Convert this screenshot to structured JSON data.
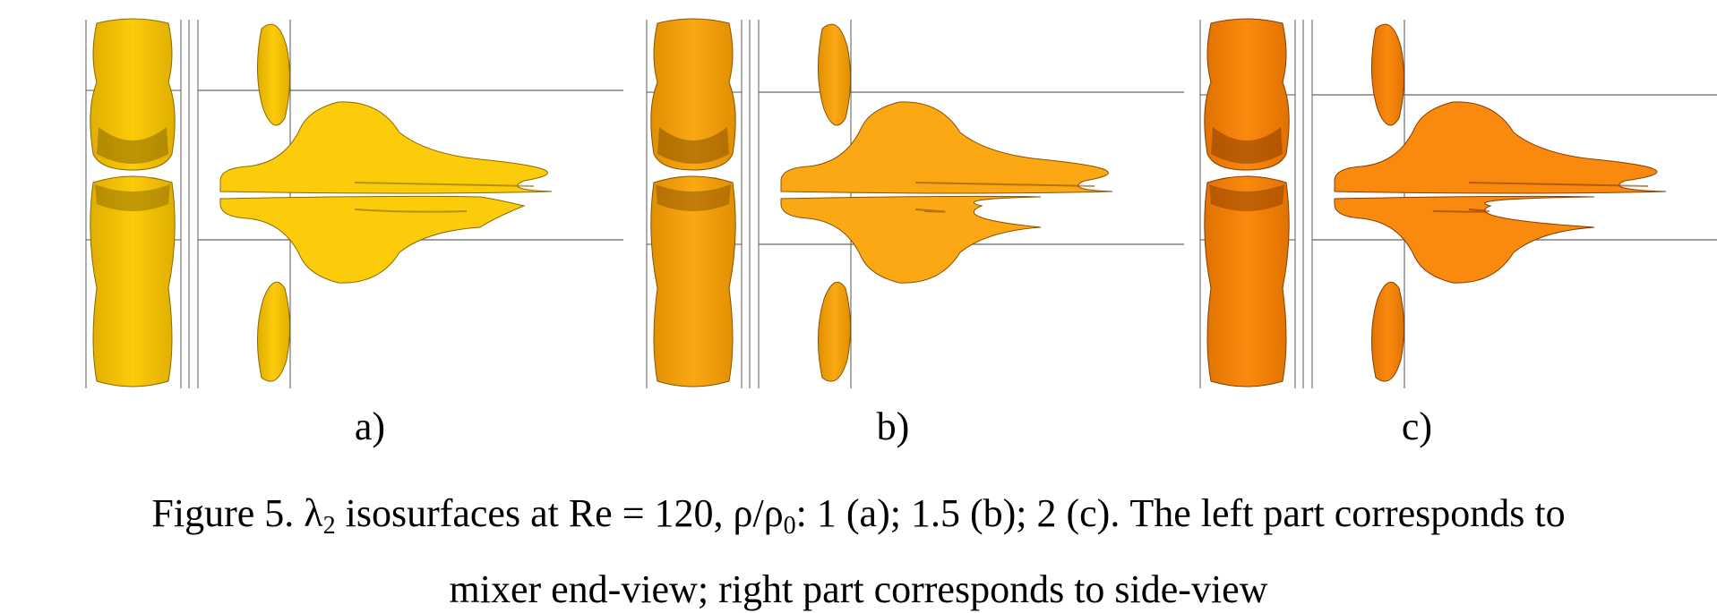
{
  "figure": {
    "panels": [
      {
        "label": "a)",
        "fill": "#FCCB0A",
        "dark": "#8A6A00",
        "mid": "#E0AE00",
        "density_ratio": "1"
      },
      {
        "label": "b)",
        "fill": "#FBA814",
        "dark": "#8A5200",
        "mid": "#E08F00",
        "density_ratio": "1.5"
      },
      {
        "label": "c)",
        "fill": "#FA8A0E",
        "dark": "#8A3C00",
        "mid": "#E07200",
        "density_ratio": "2"
      }
    ],
    "caption": {
      "part1": "Figure 5. λ",
      "sub1": "2",
      "part2": " isosurfaces at Re = 120, ρ/ρ",
      "sub2": "0",
      "part3": ": 1 (a); 1.5 (b); 2 (c). The left part corresponds to",
      "line2": "mixer end-view; right part corresponds to side-view"
    }
  }
}
